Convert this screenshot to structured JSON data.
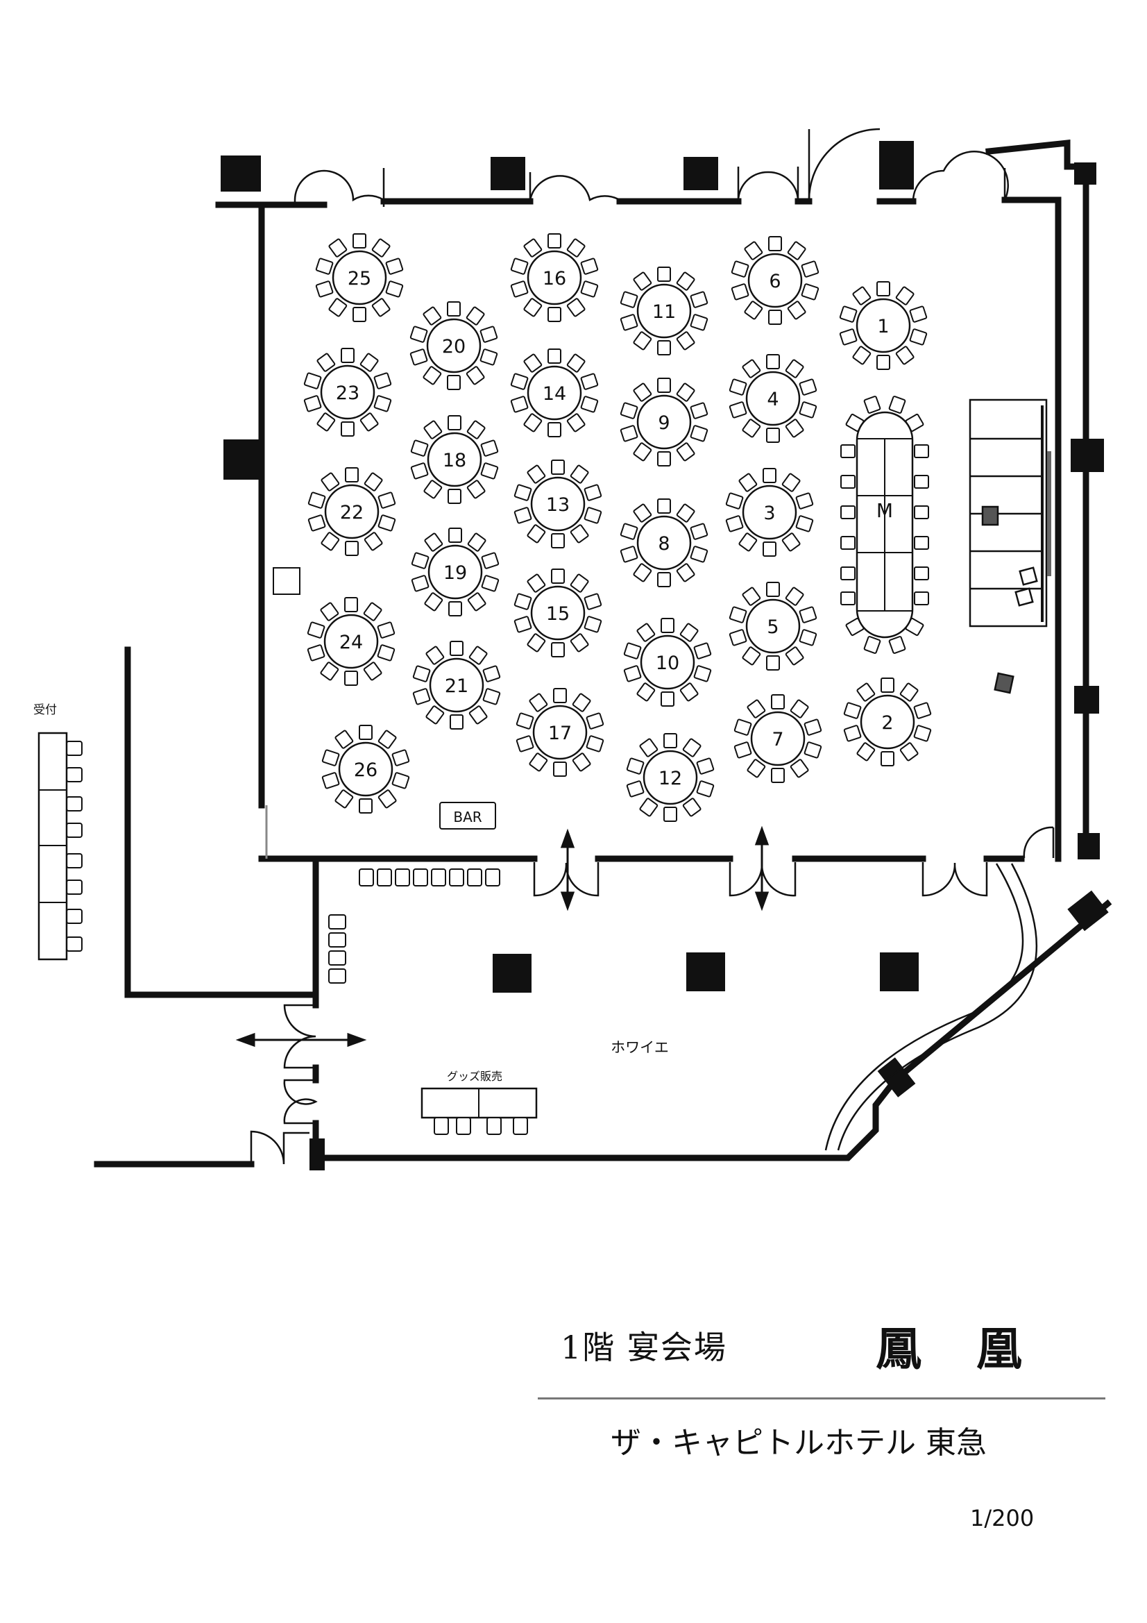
{
  "venue": {
    "floor_label": "1階 宴会場",
    "hall_name": "鳳 凰",
    "hotel_name": "ザ・キャピトルホテル 東急",
    "scale": "1/200"
  },
  "labels": {
    "head_table": "M",
    "bar": "BAR",
    "reception": "受付",
    "foyer": "ホワイエ",
    "goods_sales": "グッズ販売"
  },
  "tables": [
    {
      "number": "1"
    },
    {
      "number": "2"
    },
    {
      "number": "3"
    },
    {
      "number": "4"
    },
    {
      "number": "5"
    },
    {
      "number": "6"
    },
    {
      "number": "7"
    },
    {
      "number": "8"
    },
    {
      "number": "9"
    },
    {
      "number": "10"
    },
    {
      "number": "11"
    },
    {
      "number": "12"
    },
    {
      "number": "13"
    },
    {
      "number": "14"
    },
    {
      "number": "15"
    },
    {
      "number": "16"
    },
    {
      "number": "17"
    },
    {
      "number": "18"
    },
    {
      "number": "19"
    },
    {
      "number": "20"
    },
    {
      "number": "21"
    },
    {
      "number": "22"
    },
    {
      "number": "23"
    },
    {
      "number": "24"
    },
    {
      "number": "25"
    },
    {
      "number": "26"
    }
  ]
}
